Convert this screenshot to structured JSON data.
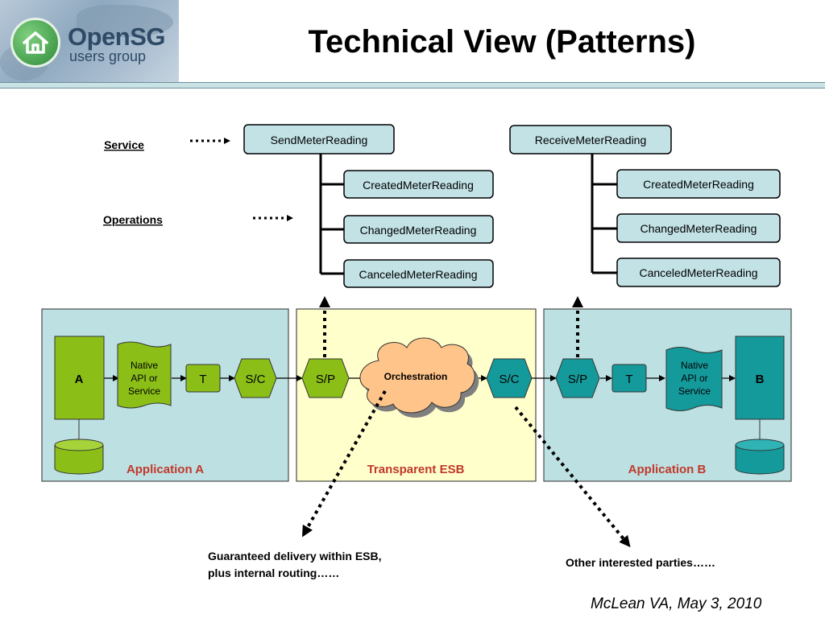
{
  "header": {
    "logo_name": "OpenSG",
    "logo_subtitle": "users group",
    "title": "Technical View (Patterns)"
  },
  "labels": {
    "service": "Service",
    "operations": "Operations"
  },
  "send_service": {
    "name": "SendMeterReading",
    "operations": [
      "CreatedMeterReading",
      "ChangedMeterReading",
      "CanceledMeterReading"
    ]
  },
  "receive_service": {
    "name": "ReceiveMeterReading",
    "operations": [
      "CreatedMeterReading",
      "ChangedMeterReading",
      "CanceledMeterReading"
    ]
  },
  "panels": {
    "app_a": "Application A",
    "esb": "Transparent ESB",
    "app_b": "Application B"
  },
  "components": {
    "a": "A",
    "b": "B",
    "native_api_a": [
      "Native",
      "API or",
      "Service"
    ],
    "native_api_b": [
      "Native",
      "API or",
      "Service"
    ],
    "t_a": "T",
    "sc_a": "S/C",
    "sp_esb": "S/P",
    "orchestration": "Orchestration",
    "sc_esb": "S/C",
    "sp_b": "S/P",
    "t_b": "T"
  },
  "notes": {
    "guaranteed": [
      "Guaranteed delivery within ESB,",
      "plus internal routing……"
    ],
    "other": "Other interested parties……"
  },
  "footer": "McLean VA, May 3, 2010",
  "colors": {
    "green": "#8bbf18",
    "teal": "#159a9c",
    "panel_blue": "#bde0e2",
    "panel_yellow": "#ffffcc",
    "service_box": "#c2e2e6",
    "cloud": "#ffc48a",
    "label_red": "#c0392b"
  }
}
